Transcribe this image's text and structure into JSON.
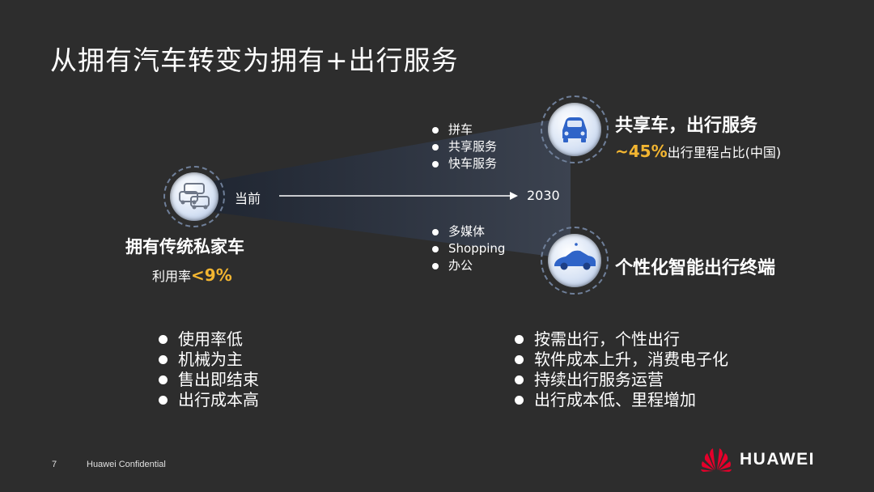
{
  "slide": {
    "title": "从拥有汽车转变为拥有+出行服务",
    "page_number": "7",
    "confidential": "Huawei Confidential",
    "brand": "HUAWEI"
  },
  "left": {
    "arrow_start": "当前",
    "heading": "拥有传统私家车",
    "rate_prefix": "利用率",
    "rate_value": "<9%",
    "bullets": [
      "使用率低",
      "机械为主",
      "售出即结束",
      "出行成本高"
    ]
  },
  "arrow_end": "2030",
  "upper": {
    "bullets": [
      "拼车",
      "共享服务",
      "快车服务"
    ],
    "heading": "共享车，出行服务",
    "share_value": "~45%",
    "share_text": "出行里程占比(中国)"
  },
  "lower": {
    "bullets": [
      "多媒体",
      "Shopping",
      "办公"
    ],
    "heading": "个性化智能出行终端"
  },
  "right_bullets": [
    "按需出行，个性出行",
    "软件成本上升，消费电子化",
    "持续出行服务运营",
    "出行成本低、里程增加"
  ],
  "colors": {
    "accent": "#f2b531",
    "background": "#2d2d2d",
    "logo_red": "#e4002b"
  },
  "icons": [
    "cars-icon",
    "car-front-icon",
    "car-side-icon",
    "huawei-logo-icon"
  ]
}
